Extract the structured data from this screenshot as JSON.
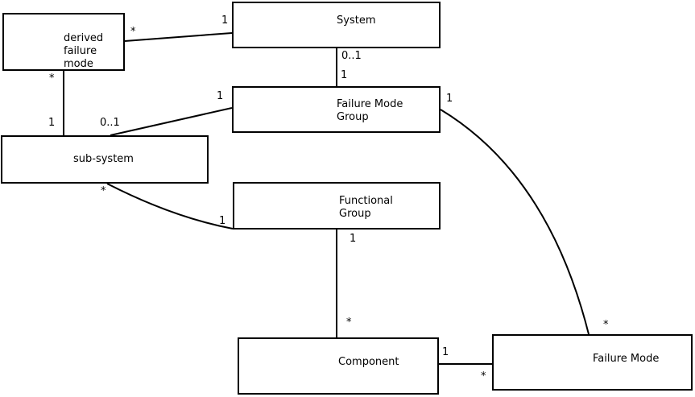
{
  "diagram": {
    "type": "uml-association-diagram",
    "colors": {
      "background": "#ffffff",
      "line": "#000000",
      "text": "#000000"
    },
    "nodes": [
      {
        "id": "derived-failure-mode",
        "label": "derived\nfailure\nmode"
      },
      {
        "id": "system",
        "label": "System"
      },
      {
        "id": "failure-mode-group",
        "label": "Failure Mode\nGroup"
      },
      {
        "id": "sub-system",
        "label": "sub-system"
      },
      {
        "id": "functional-group",
        "label": "Functional\nGroup"
      },
      {
        "id": "component",
        "label": "Component"
      },
      {
        "id": "failure-mode",
        "label": "Failure Mode"
      }
    ],
    "edges": [
      {
        "id": "derived-failure-mode--system",
        "from": "derived-failure-mode",
        "to": "system",
        "from_label": "*",
        "to_label": "1"
      },
      {
        "id": "system--failure-mode-group",
        "from": "system",
        "to": "failure-mode-group",
        "from_label": "0..1",
        "to_label": "1"
      },
      {
        "id": "derived-failure-mode--sub-system",
        "from": "derived-failure-mode",
        "to": "sub-system",
        "from_label": "*",
        "to_label": "1"
      },
      {
        "id": "sub-system--failure-mode-group",
        "from": "sub-system",
        "to": "failure-mode-group",
        "from_label": "0..1",
        "to_label": "1"
      },
      {
        "id": "sub-system--functional-group",
        "from": "sub-system",
        "to": "functional-group",
        "from_label": "*",
        "to_label": "1"
      },
      {
        "id": "failure-mode-group--failure-mode",
        "from": "failure-mode-group",
        "to": "failure-mode",
        "from_label": "1",
        "to_label": "*"
      },
      {
        "id": "functional-group--component",
        "from": "functional-group",
        "to": "component",
        "from_label": "1",
        "to_label": "*"
      },
      {
        "id": "component--failure-mode",
        "from": "component",
        "to": "failure-mode",
        "from_label": "1",
        "to_label": "*"
      }
    ]
  }
}
